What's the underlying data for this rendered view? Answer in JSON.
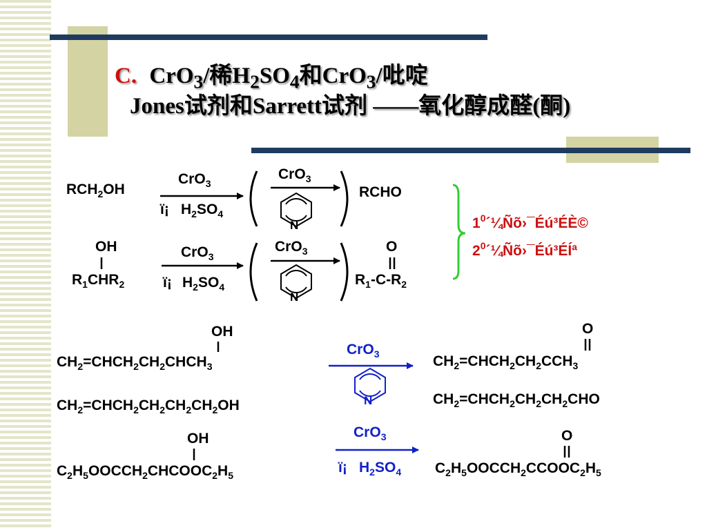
{
  "title": {
    "label": "C.",
    "line1": "CrO3/稀H2SO4和CrO3/吡啶",
    "line2": "Jones试剂和Sarrett试剂 ——氧化醇成醛(酮)"
  },
  "reagents": {
    "cro3": "CrO3",
    "acid": "H2SO4",
    "mojibake_sep": "ï¡",
    "pyridine_n": "N"
  },
  "reaction1": {
    "reactant": "RCH2OH",
    "product": "RCHO"
  },
  "reaction2": {
    "reactant_oh": "OH",
    "reactant": "R1CHR2",
    "product_o": "O",
    "product": "R1-C-R2"
  },
  "notes": [
    "10´¼Ñõ›¯Éú³ÉÈ©",
    "20´¼Ñõ›¯Éú³ÉÍª"
  ],
  "examples": [
    {
      "oh": "OH",
      "reactant": "CH2=CHCH2CH2CHCH3",
      "o": "O",
      "product": "CH2=CHCH2CH2CCH3"
    },
    {
      "reactant": "CH2=CHCH2CH2CH2CH2OH",
      "product": "CH2=CHCH2CH2CH2CHO"
    },
    {
      "oh": "OH",
      "reactant": "C2H5OOCCH2CHCOOC2H5",
      "o": "O",
      "product": "C2H5OOCCH2CCOOC2H5"
    }
  ],
  "colors": {
    "bar": "#1f3c5f",
    "tan": "#d4d3a3",
    "red": "#cc1010",
    "blue": "#1020c8",
    "brace": "#33cc33"
  }
}
